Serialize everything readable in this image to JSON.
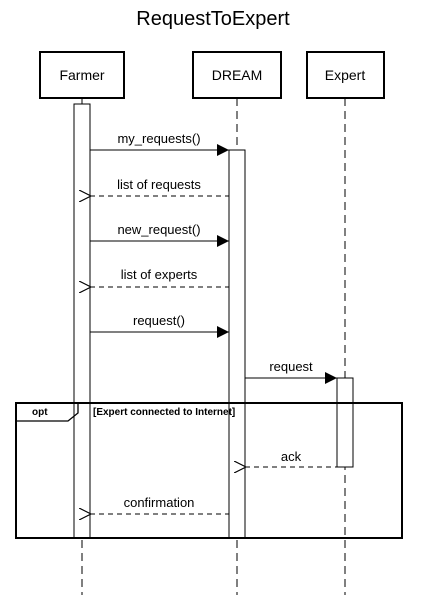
{
  "diagram": {
    "title": "RequestToExpert",
    "participants": [
      {
        "id": "farmer",
        "label": "Farmer"
      },
      {
        "id": "dream",
        "label": "DREAM"
      },
      {
        "id": "expert",
        "label": "Expert"
      }
    ],
    "messages": [
      {
        "id": "m1",
        "label": "my_requests()",
        "from": "farmer",
        "to": "dream",
        "kind": "call"
      },
      {
        "id": "m2",
        "label": "list of requests",
        "from": "dream",
        "to": "farmer",
        "kind": "return"
      },
      {
        "id": "m3",
        "label": "new_request()",
        "from": "farmer",
        "to": "dream",
        "kind": "call"
      },
      {
        "id": "m4",
        "label": "list of experts",
        "from": "dream",
        "to": "farmer",
        "kind": "return"
      },
      {
        "id": "m5",
        "label": "request()",
        "from": "farmer",
        "to": "dream",
        "kind": "call"
      },
      {
        "id": "m6",
        "label": "request",
        "from": "dream",
        "to": "expert",
        "kind": "call"
      },
      {
        "id": "m7",
        "label": "ack",
        "from": "expert",
        "to": "dream",
        "kind": "return"
      },
      {
        "id": "m8",
        "label": "confirmation",
        "from": "dream",
        "to": "farmer",
        "kind": "return"
      }
    ],
    "fragment": {
      "operator": "opt",
      "guard": "[Expert connected to Internet]"
    },
    "colors": {
      "line": "#000000",
      "fill": "#ffffff",
      "activation_fill": "#ffffff"
    }
  }
}
